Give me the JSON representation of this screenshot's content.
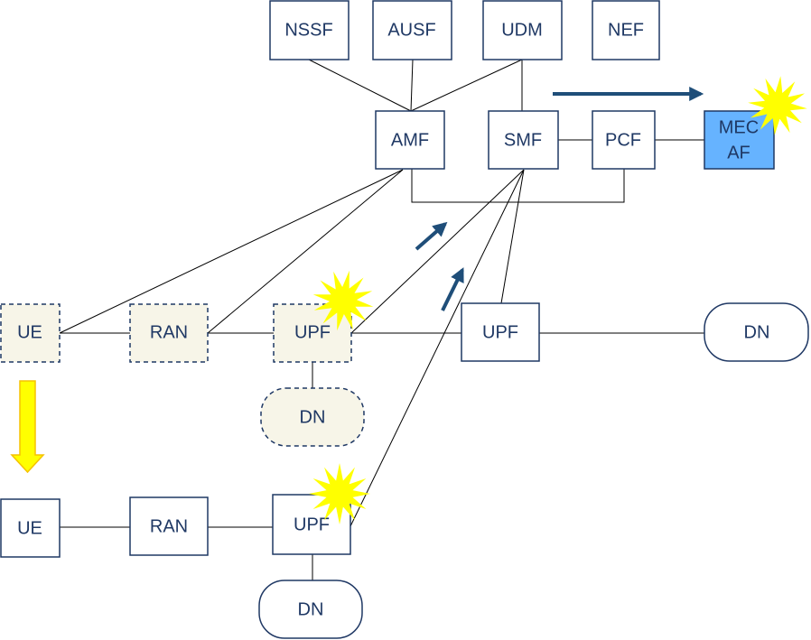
{
  "colors": {
    "stroke": "#1f3864",
    "text": "#1f3864",
    "dashed_fill": "#f7f5e8",
    "mec_fill": "#66b3ff",
    "star_fill": "#ffff00",
    "down_arrow_fill": "#ffff00",
    "down_arrow_stroke": "#f5c200",
    "blue_arrow": "#1f4e79"
  },
  "nodes": {
    "nssf": "NSSF",
    "ausf": "AUSF",
    "udm": "UDM",
    "nef": "NEF",
    "amf": "AMF",
    "smf": "SMF",
    "pcf": "PCF",
    "mec_af_line1": "MEC",
    "mec_af_line2": "AF",
    "ue_source": "UE",
    "ran_source": "RAN",
    "upf_source": "UPF",
    "dn_source": "DN",
    "upf_anchor": "UPF",
    "dn_central": "DN",
    "ue_target": "UE",
    "ran_target": "RAN",
    "upf_target": "UPF",
    "dn_target": "DN"
  },
  "icons": {
    "star": "starburst-icon",
    "down_arrow": "down-arrow-icon",
    "direction_arrow": "arrow-icon"
  }
}
